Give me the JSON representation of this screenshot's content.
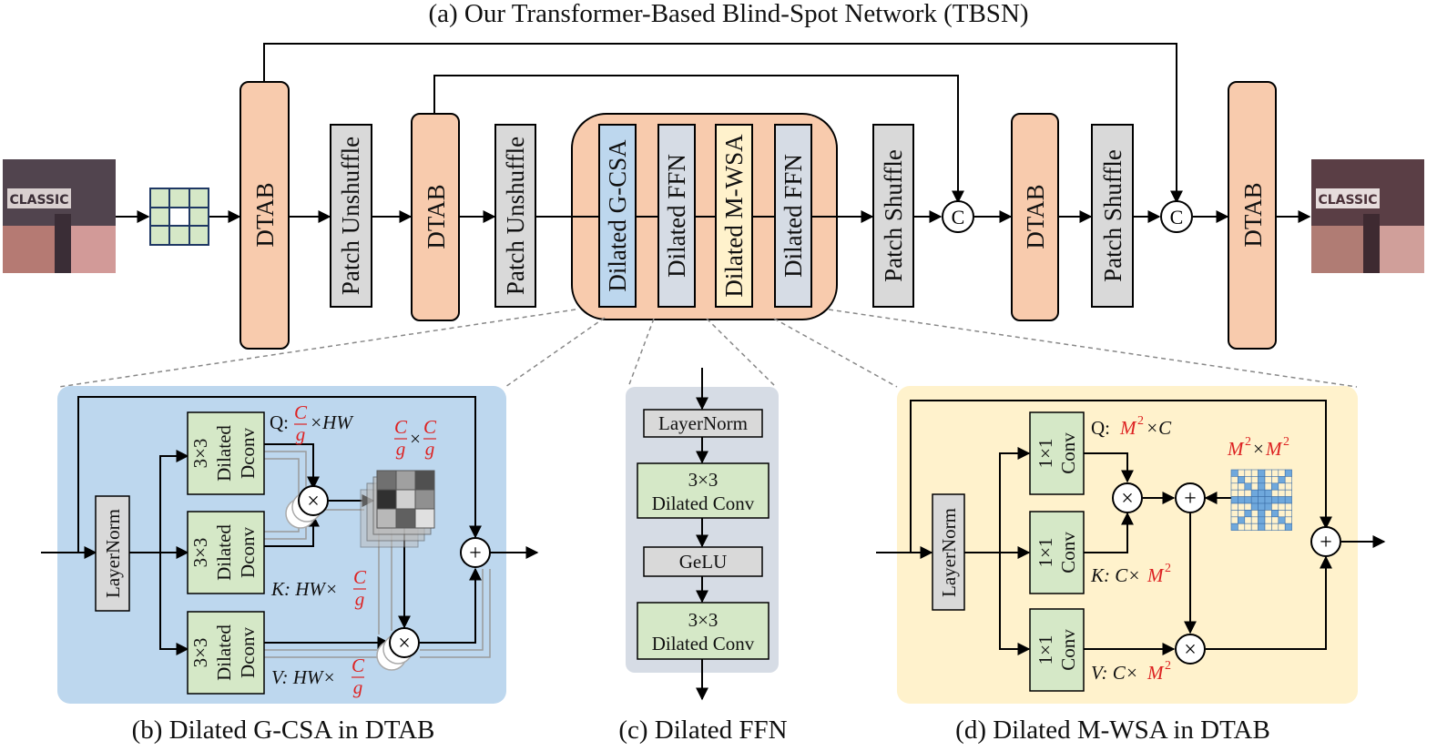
{
  "captions": {
    "main": "(a) Our Transformer-Based Blind-Spot Network (TBSN)",
    "gcsa": "(b) Dilated G-CSA in DTAB",
    "ffn": "(c) Dilated FFN",
    "mwsa": "(d) Dilated M-WSA in DTAB"
  },
  "main_blocks": {
    "dtab": "DTAB",
    "patch_unshuffle": "Patch Unshuffle",
    "patch_shuffle": "Patch Shuffle",
    "dilated_gcsa": "Dilated G-CSA",
    "dilated_ffn": "Dilated FFN",
    "dilated_mwsa": "Dilated M-WSA",
    "concat": "C"
  },
  "images": {
    "noisy_text": "CLASSIC",
    "clean_text": "CLASSIC"
  },
  "gcsa": {
    "layernorm": "LayerNorm",
    "conv_line1": "3×3",
    "conv_line2": "Dilated",
    "conv_line3": "Dconv",
    "mult": "×",
    "plus": "+",
    "q_prefix": "Q: ",
    "q_c": "C",
    "q_g": "g",
    "q_suffix": "×HW",
    "k_prefix": "K: HW×",
    "v_prefix": "V: HW×",
    "attn_c": "C",
    "attn_g": "g",
    "attn_times": "×"
  },
  "ffn": {
    "layernorm": "LayerNorm",
    "conv1": "3×3",
    "conv2": "Dilated Conv",
    "gelu": "GeLU"
  },
  "mwsa": {
    "layernorm": "LayerNorm",
    "conv_line1": "1×1",
    "conv_line2": "Conv",
    "mult": "×",
    "plus": "+",
    "q_prefix": "Q: ",
    "q_m": "M",
    "q_suffix": "×C",
    "k_prefix": "K: C×",
    "k_m": "M",
    "v_prefix": "V: C×",
    "v_m": "M",
    "sup2": "2",
    "mask_m": "M",
    "mask_times": "×"
  },
  "colors": {
    "dtab": "#f8cbad",
    "gray_block": "#d9d9d9",
    "gcsa_block": "#bdd7ee",
    "ffn_block": "#d6dce5",
    "mwsa_block": "#fff2cc",
    "conv_green": "#d5e8c7",
    "panel_blue": "#bdd7ee",
    "panel_gray": "#d6dce5",
    "panel_yellow": "#fff2cc",
    "accent_red": "#dd2222"
  }
}
